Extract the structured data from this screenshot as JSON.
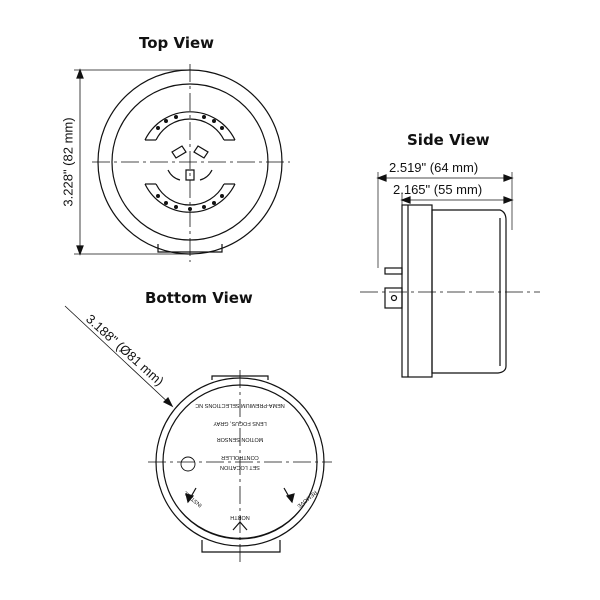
{
  "titles": {
    "top": "Top View",
    "side": "Side View",
    "bottom": "Bottom View"
  },
  "dimensions": {
    "top_height": "3.228\" (82 mm)",
    "side_overall": "2.519\" (64 mm)",
    "side_body": "2.165\" (55 mm)",
    "bottom_diameter": "3.188\" (Ø81 mm)"
  },
  "bottom_labels": {
    "line1": "NEMA-PREMIUM SELECTIONS NC",
    "line2": "LENS FOCUS, GRAY",
    "line3": "MOTION SENSOR",
    "line4": "CONTROLLER",
    "line5": "SET LOCATION",
    "install": "INSTALL",
    "remove": "REMOVE",
    "north": "NORTH"
  },
  "colors": {
    "line": "#111111",
    "background": "#ffffff"
  }
}
